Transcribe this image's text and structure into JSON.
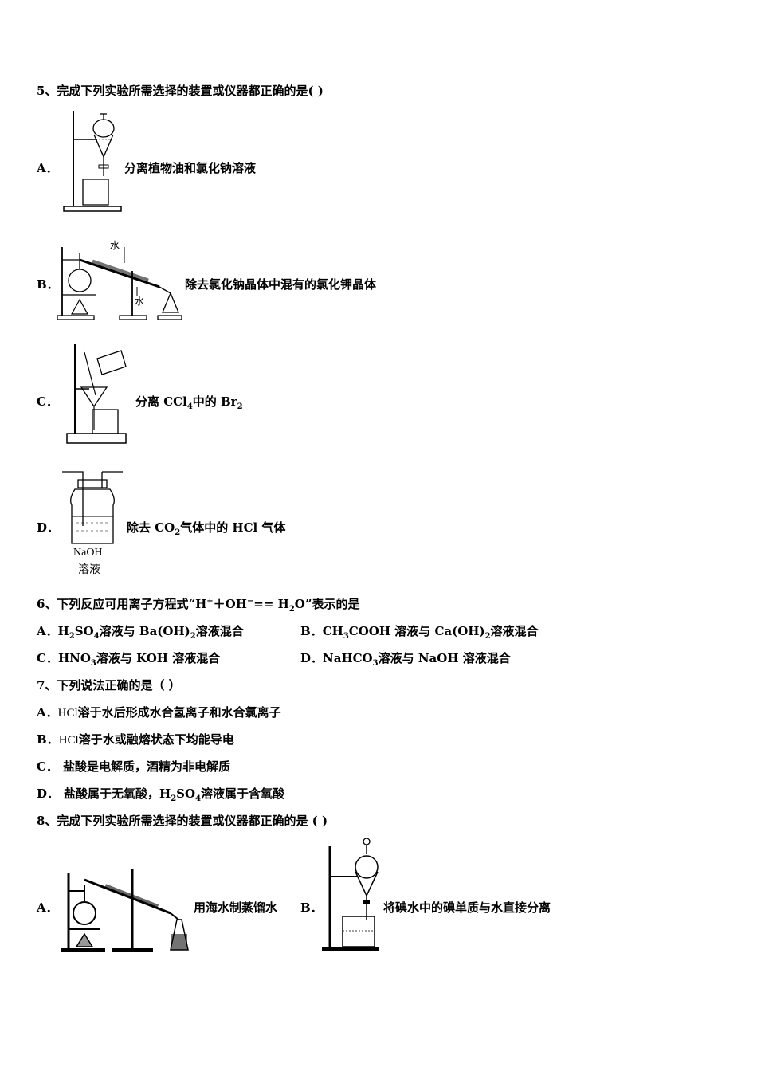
{
  "q5": {
    "stem": "5、完成下列实验所需选择的装置或仪器都正确的是(        )",
    "options": [
      {
        "label": "A．",
        "text": "分离植物油和氯化钠溶液"
      },
      {
        "label": "B．",
        "text": "除去氯化钠晶体中混有的氯化钾晶体",
        "fig_top": "水",
        "fig_bottom": "水"
      },
      {
        "label": "C．",
        "text_pre": "分离 CCl",
        "sub1": "4",
        "text_mid": "中的 Br",
        "sub2": "2"
      },
      {
        "label": "D．",
        "text_pre": "除去 CO",
        "sub1": "2",
        "text_post": "气体中的 HCl 气体",
        "fig_label1": "NaOH",
        "fig_label2": "溶液"
      }
    ]
  },
  "q6": {
    "stem_pre": "6、下列反应可用离子方程式“H",
    "sup1": "+",
    "stem_mid1": "＋OH",
    "sup2": "−",
    "stem_mid2": "== H",
    "sub1": "2",
    "stem_post": "O”表示的是",
    "A": {
      "label": "A．",
      "p1": "H",
      "s1": "2",
      "p2": "SO",
      "s2": "4",
      "p3": "溶液与 Ba(OH)",
      "s3": "2",
      "p4": "溶液混合"
    },
    "B": {
      "label": "B．",
      "p1": "CH",
      "s1": "3",
      "p2": "COOH 溶液与 Ca(OH)",
      "s2": "2",
      "p3": "溶液混合"
    },
    "C": {
      "label": "C．",
      "p1": "HNO",
      "s1": "3",
      "p2": "溶液与 KOH 溶液混合"
    },
    "D": {
      "label": "D．",
      "p1": "NaHCO",
      "s1": "3",
      "p2": "溶液与 NaOH 溶液混合"
    }
  },
  "q7": {
    "stem": "7、下列说法正确的是（        ）",
    "A": {
      "label": "A．",
      "code": "HCl",
      "text": "溶于水后形成水合氢离子和水合氯离子"
    },
    "B": {
      "label": "B．",
      "code": "HCl",
      "text": "溶于水或融熔状态下均能导电"
    },
    "C": {
      "label": "C．",
      "text": "盐酸是电解质，酒精为非电解质"
    },
    "D": {
      "label": "D．",
      "text_pre": "盐酸属于无氧酸，H",
      "s1": "2",
      "text_mid": "SO",
      "s2": "4",
      "text_post": "溶液属于含氧酸"
    }
  },
  "q8": {
    "stem": "8、完成下列实验所需选择的装置或仪器都正确的是 (    )",
    "A": {
      "label": "A．",
      "text": "用海水制蒸馏水"
    },
    "B": {
      "label": "B．",
      "text": "将碘水中的碘单质与水直接分离"
    }
  }
}
